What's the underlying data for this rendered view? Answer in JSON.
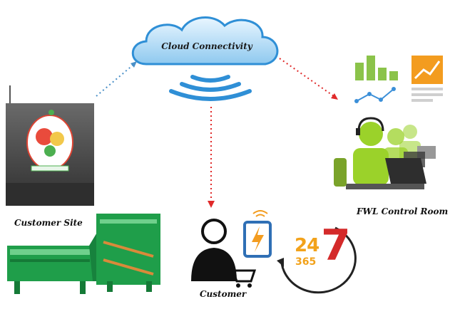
{
  "cloud": {
    "label": "Cloud Connectivity"
  },
  "nodes": {
    "customer_site": "Customer Site",
    "control_room": "FWL Control Room",
    "customer": "Customer"
  },
  "support_badge": {
    "top": "24",
    "bottom": "365",
    "big": "7"
  },
  "colors": {
    "cloud_blue": "#2f8fd6",
    "dotted_blue": "#4a90c8",
    "dotted_red": "#e02a2a",
    "machine_green": "#1f9e4a",
    "agent_green": "#9bd22a",
    "chart_green": "#8bc34a",
    "chart_orange": "#f39c1f"
  }
}
